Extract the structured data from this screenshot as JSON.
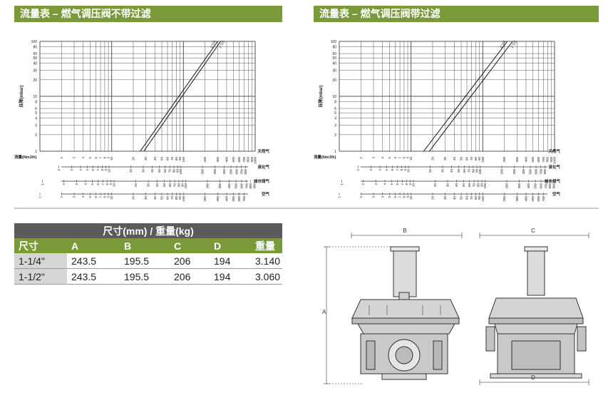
{
  "left_panel": {
    "title": "流量表 – 燃气调压阀不带过滤"
  },
  "right_panel": {
    "title": "流量表 – 燃气调压阀带过滤"
  },
  "chart_common": {
    "y_axis_label": "压降(mbar)",
    "x_axis_label": "流量(Nm3/h)",
    "gas_labels": [
      "天然气",
      "液化气",
      "城市煤气",
      "空气"
    ]
  },
  "chart_data": [
    {
      "type": "line",
      "title": "流量表 – 燃气调压阀不带过滤",
      "ylabel": "压降(mbar)",
      "xlabel": "流量(Nm3/h)",
      "y_scale": "log",
      "x_scale": "log",
      "ylim": [
        1,
        100
      ],
      "xlim": [
        1,
        1000
      ],
      "y_ticks": [
        "1",
        "2",
        "3",
        "4",
        "5",
        "6",
        "8",
        "10",
        "20",
        "30",
        "40",
        "50",
        "60",
        "80",
        "100"
      ],
      "x_ticks": [
        "1",
        "2",
        "3",
        "4",
        "5",
        "6",
        "7",
        "8",
        "9",
        "10",
        "20",
        "30",
        "40",
        "50",
        "60",
        "70",
        "80",
        "90",
        "100",
        "200",
        "300",
        "400",
        "500",
        "600",
        "700",
        "800",
        "900",
        "1000"
      ],
      "series": [
        {
          "name": "1\"1/4",
          "x": [
            25,
            300
          ],
          "y": [
            1,
            110
          ]
        },
        {
          "name": "1\"1/2",
          "x": [
            28,
            330
          ],
          "y": [
            1,
            110
          ]
        }
      ]
    },
    {
      "type": "line",
      "title": "流量表 – 燃气调压阀带过滤",
      "ylabel": "压降(mbar)",
      "xlabel": "流量(Nm3/h)",
      "y_scale": "log",
      "x_scale": "log",
      "ylim": [
        1,
        100
      ],
      "xlim": [
        1,
        1000
      ],
      "y_ticks": [
        "1",
        "2",
        "3",
        "4",
        "5",
        "6",
        "8",
        "10",
        "20",
        "30",
        "40",
        "50",
        "60",
        "80",
        "100"
      ],
      "x_ticks": [
        "1",
        "2",
        "3",
        "4",
        "5",
        "6",
        "7",
        "8",
        "9",
        "10",
        "20",
        "30",
        "40",
        "50",
        "60",
        "70",
        "80",
        "90",
        "100",
        "200",
        "300",
        "400",
        "500",
        "600",
        "700",
        "800",
        "900",
        "1000"
      ],
      "series": [
        {
          "name": "1\"1/4",
          "x": [
            15,
            220
          ],
          "y": [
            1,
            110
          ]
        },
        {
          "name": "1\"1/2",
          "x": [
            18,
            260
          ],
          "y": [
            1,
            110
          ]
        }
      ]
    }
  ],
  "scales": {
    "lpg_ticks": [
      "1",
      "2",
      "3",
      "4",
      "5",
      "6",
      "7",
      "8",
      "9",
      "10",
      "20",
      "30",
      "40",
      "50",
      "60",
      "70",
      "80",
      "90",
      "100",
      "200",
      "300",
      "400",
      "500",
      "600",
      "700",
      "800"
    ],
    "city_ticks": [
      "1",
      "2",
      "3",
      "4",
      "5",
      "6",
      "7",
      "8",
      "9",
      "10",
      "20",
      "30",
      "40",
      "50",
      "60",
      "70",
      "80",
      "90",
      "100",
      "200",
      "300",
      "400",
      "500",
      "600",
      "700",
      "800",
      "900",
      "1000"
    ],
    "air_ticks": [
      "1",
      "2",
      "3",
      "4",
      "5",
      "6",
      "7",
      "8",
      "9",
      "10",
      "20",
      "30",
      "40",
      "50",
      "60",
      "70",
      "80",
      "90",
      "100",
      "200",
      "300",
      "400",
      "500",
      "600",
      "700"
    ]
  },
  "table": {
    "caption": "尺寸(mm) / 重量(kg)",
    "headers": [
      "尺寸",
      "A",
      "B",
      "C",
      "D",
      "重量"
    ],
    "rows": [
      [
        "1-1/4\"",
        "243.5",
        "195.5",
        "206",
        "194",
        "3.140"
      ],
      [
        "1-1/2\"",
        "243.5",
        "195.5",
        "206",
        "194",
        "3.060"
      ]
    ]
  },
  "drawing": {
    "label_a": "A",
    "label_b": "B",
    "label_c": "C",
    "label_d": "D"
  }
}
